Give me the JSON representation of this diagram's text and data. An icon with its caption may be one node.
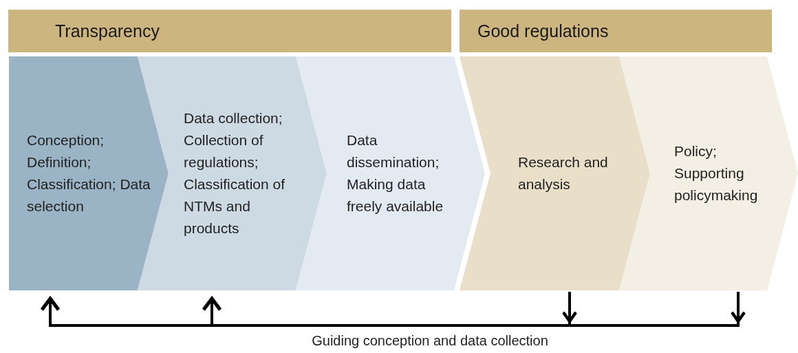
{
  "diagram": {
    "nodes": [
      {
        "text": [
          "Transparency"
        ]
      },
      {
        "text": [
          "Good regulations"
        ]
      },
      {
        "text": [
          "Conception; Definition; Classification; Data selection"
        ]
      },
      {
        "text": [
          "Data collection; Collection of regulations; Classification of NTMs and products"
        ]
      },
      {
        "text": [
          "Data dissemination; Making data freely available"
        ]
      },
      {
        "text": [
          "Research and analysis"
        ]
      },
      {
        "text": [
          "Policy; Supporting policymaking"
        ]
      }
    ],
    "edges": [
      {
        "from": 5,
        "to": 2,
        "arrow": "to"
      },
      {
        "from": 5,
        "to": 3,
        "arrow": "to"
      },
      {
        "from": 6,
        "to": 2,
        "arrow": "to"
      },
      {
        "from": 6,
        "to": 3,
        "arrow": "to"
      }
    ],
    "labels": [
      "Guiding conception and data collection"
    ]
  }
}
